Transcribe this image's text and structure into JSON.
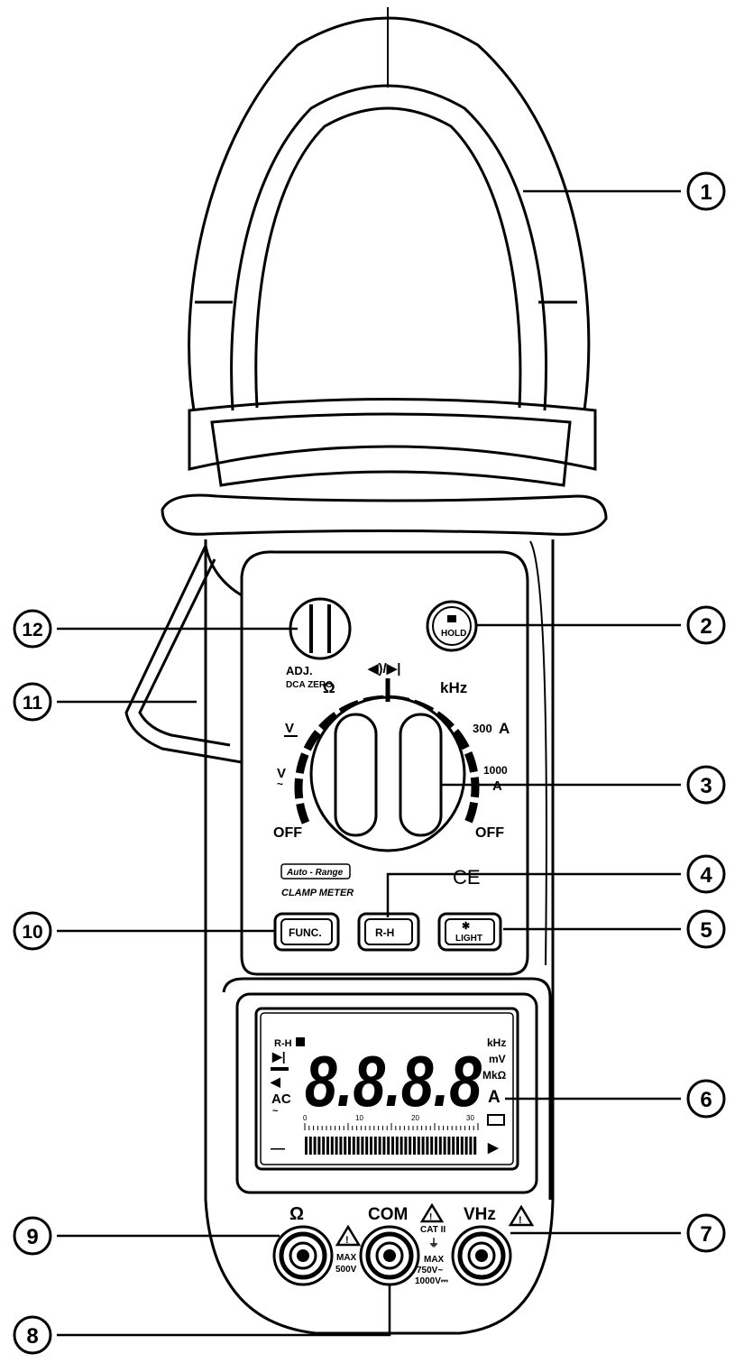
{
  "callouts": [
    "1",
    "2",
    "3",
    "4",
    "5",
    "6",
    "7",
    "8",
    "9",
    "10",
    "11",
    "12"
  ],
  "labels": {
    "hold": "HOLD",
    "adj": "ADJ.",
    "dca_zero": "DCA ZERO",
    "ohm": "Ω",
    "diode_buzzer": "◀)/▶|",
    "khz": "kHz",
    "a300": "300",
    "a1000": "1000",
    "amp_unit": "A",
    "v_dc": "V",
    "v_ac": "V",
    "off_left": "OFF",
    "off_right": "OFF",
    "auto_range": "Auto - Range",
    "clamp_meter": "CLAMP METER",
    "ce": "CE",
    "func": "FUNC.",
    "rh": "R-H",
    "light": "LIGHT"
  },
  "lcd": {
    "digits": "8.8.8.8",
    "rh": "R-H",
    "ac": "AC",
    "khz": "kHz",
    "mv": "mV",
    "mkohm": "MkΩ",
    "amp": "A",
    "minus": "—",
    "scale": [
      "0",
      "10",
      "20",
      "30"
    ]
  },
  "terminals": {
    "ohm": "Ω",
    "com": "COM",
    "vhz": "VHz",
    "cat": "CAT II",
    "max_left": "MAX",
    "v500": "500V",
    "max_right": "MAX",
    "v750": "750V~",
    "v1000": "1000V⎓"
  }
}
